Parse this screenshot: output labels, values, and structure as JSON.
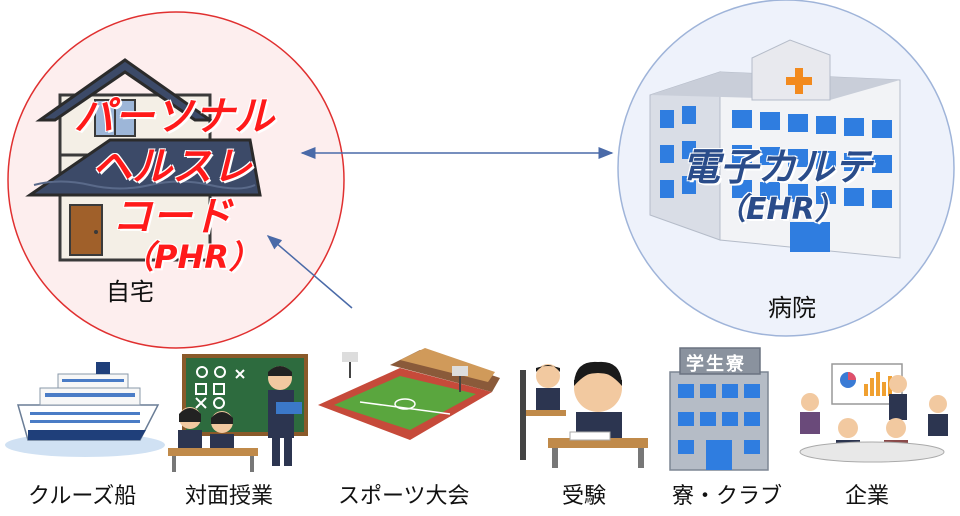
{
  "home": {
    "phr_lines": [
      "パーソナル",
      "ヘルスレ",
      "コード",
      "（PHR）"
    ],
    "label": "自宅",
    "circle_fill": "#fdeeee",
    "circle_stroke": "#e03030"
  },
  "hospital": {
    "ehr_lines": [
      "電子カルテ",
      "（EHR）"
    ],
    "label": "病院",
    "circle_fill": "#eef2fb",
    "circle_stroke": "#9fb4d9"
  },
  "dorm_sign": "学生寮",
  "arrow_color": "#4a6aa8",
  "sources": [
    {
      "label": "クルーズ船",
      "icon": "cruise-ship-icon"
    },
    {
      "label": "対面授業",
      "icon": "classroom-icon"
    },
    {
      "label": "スポーツ大会",
      "icon": "stadium-icon"
    },
    {
      "label": "受験",
      "icon": "exam-icon"
    },
    {
      "label": "寮・クラブ",
      "icon": "dormitory-icon"
    },
    {
      "label": "企業",
      "icon": "company-meeting-icon"
    }
  ]
}
